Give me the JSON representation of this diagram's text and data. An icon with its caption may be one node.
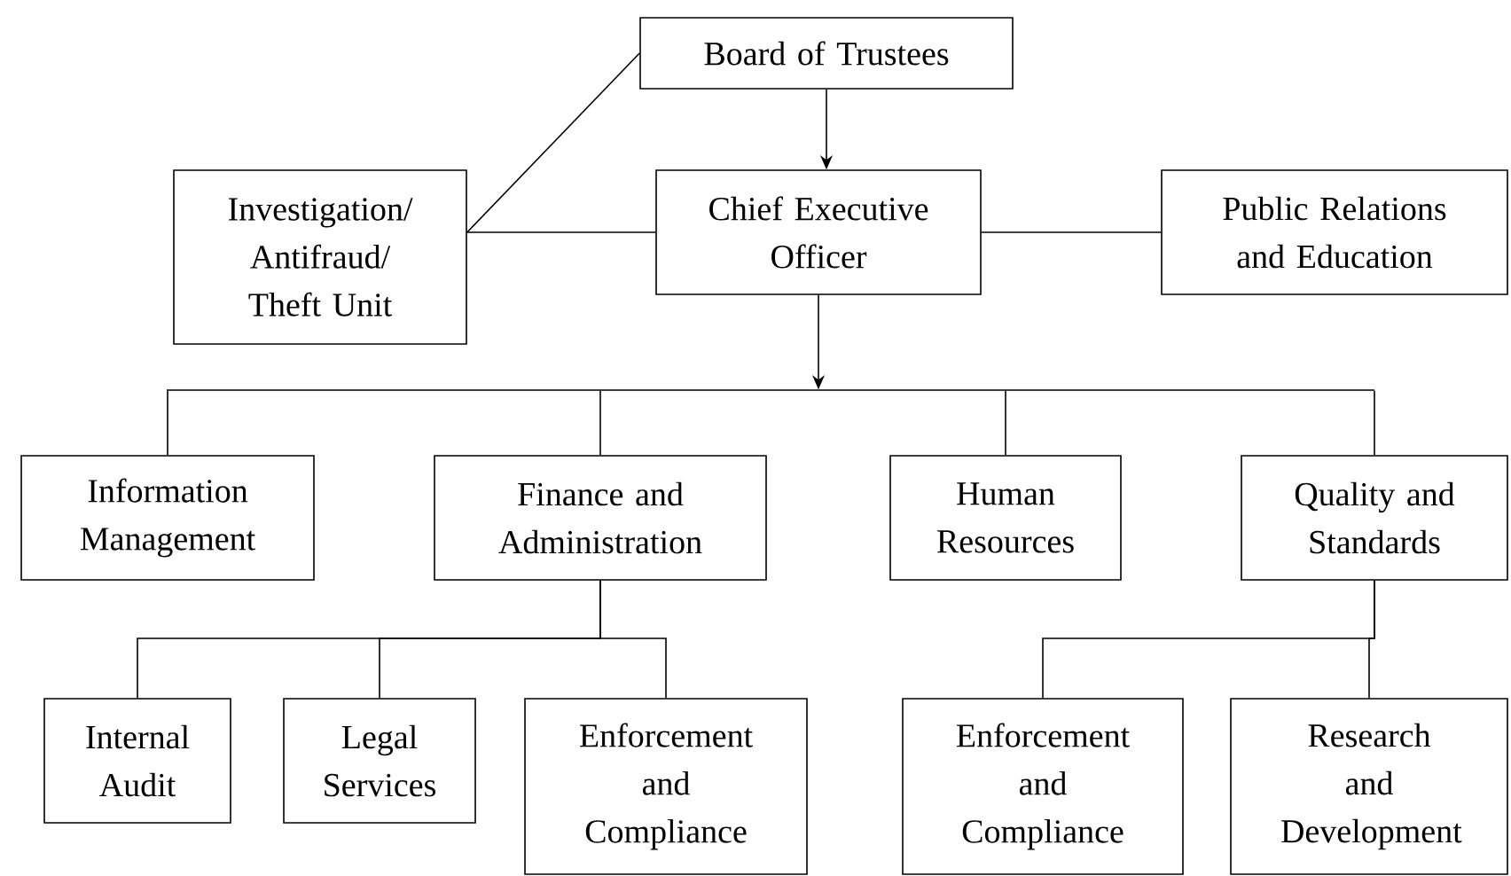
{
  "diagram": {
    "nodes": [
      {
        "text": [
          "Board of Trustees"
        ]
      },
      {
        "text": [
          "Investigation/ Antifraud/ Theft Unit"
        ]
      },
      {
        "text": [
          "Chief Executive Officer"
        ]
      },
      {
        "text": [
          "Public Relations and Education"
        ]
      },
      {
        "text": [
          "Information Management"
        ]
      },
      {
        "text": [
          "Finance and Administration"
        ]
      },
      {
        "text": [
          "Human Resources"
        ]
      },
      {
        "text": [
          "Quality and Standards"
        ]
      },
      {
        "text": [
          "Internal Audit"
        ]
      },
      {
        "text": [
          "Legal Services"
        ]
      },
      {
        "text": [
          "Enforcement and Compliance"
        ]
      },
      {
        "text": [
          "Enforcement and Compliance"
        ]
      },
      {
        "text": [
          "Research and Development"
        ]
      },
      {
        "text": [],
        "shape": "bar"
      }
    ],
    "edges": [
      {
        "from": 0,
        "to": 2,
        "arrow": "to"
      },
      {
        "from": 0,
        "to": 1,
        "arrow": "none"
      },
      {
        "from": 1,
        "to": 2,
        "arrow": "none"
      },
      {
        "from": 2,
        "to": 3,
        "arrow": "none"
      },
      {
        "from": 2,
        "to": 13,
        "arrow": "to"
      },
      {
        "from": 13,
        "to": 4,
        "arrow": "none"
      },
      {
        "from": 13,
        "to": 5,
        "arrow": "none"
      },
      {
        "from": 13,
        "to": 6,
        "arrow": "none"
      },
      {
        "from": 13,
        "to": 7,
        "arrow": "none"
      },
      {
        "from": 5,
        "to": 8,
        "arrow": "none"
      },
      {
        "from": 5,
        "to": 9,
        "arrow": "none"
      },
      {
        "from": 5,
        "to": 10,
        "arrow": "none"
      },
      {
        "from": 7,
        "to": 11,
        "arrow": "none"
      },
      {
        "from": 7,
        "to": 12,
        "arrow": "none"
      }
    ]
  }
}
